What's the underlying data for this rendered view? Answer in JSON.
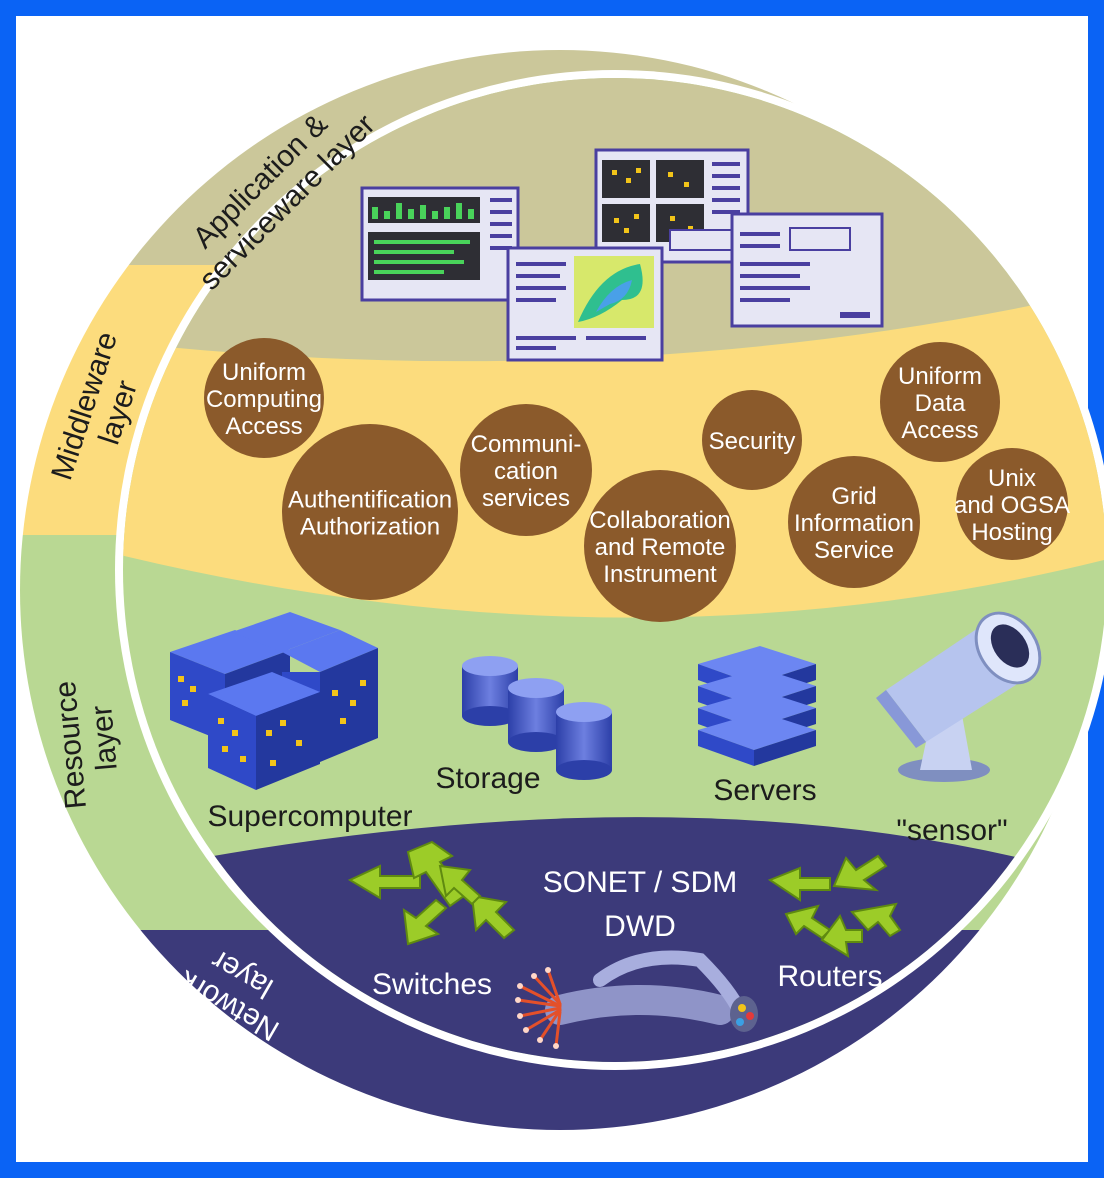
{
  "layers": {
    "application": {
      "line1": "Application &",
      "line2": "serviceware layer",
      "color": "#cbc79a"
    },
    "middleware": {
      "line1": "Middleware",
      "line2": "layer",
      "color": "#fcdc7d"
    },
    "resource": {
      "line1": "Resource",
      "line2": "layer",
      "color": "#b9d893"
    },
    "network": {
      "line1": "Network",
      "line2": "layer",
      "color": "#3c3a7a"
    }
  },
  "middleware_services": [
    {
      "lines": [
        "Uniform",
        "Computing",
        "Access"
      ]
    },
    {
      "lines": [
        "Authentification",
        "Authorization"
      ]
    },
    {
      "lines": [
        "Communi-",
        "cation",
        "services"
      ]
    },
    {
      "lines": [
        "Collaboration",
        "and Remote",
        "Instrument"
      ]
    },
    {
      "lines": [
        "Security"
      ]
    },
    {
      "lines": [
        "Grid",
        "Information",
        "Service"
      ]
    },
    {
      "lines": [
        "Uniform",
        "Data",
        "Access"
      ]
    },
    {
      "lines": [
        "Unix",
        "and OGSA",
        "Hosting"
      ]
    }
  ],
  "resources": {
    "supercomputer": "Supercomputer",
    "storage": "Storage",
    "servers": "Servers",
    "sensor": "\"sensor\""
  },
  "network": {
    "switches": "Switches",
    "routers": "Routers",
    "fiber_line1": "SONET / SDM",
    "fiber_line2": "DWD"
  },
  "colors": {
    "border": "#0a63f5",
    "bubble": "#8b5a2b",
    "building": "#2f49c8",
    "arrows": "#9ccc28"
  }
}
